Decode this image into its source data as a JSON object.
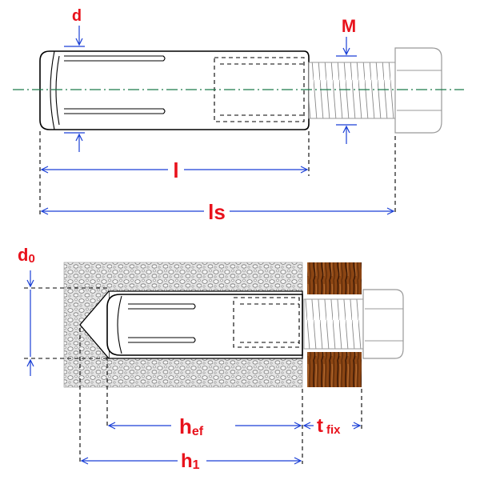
{
  "labels": {
    "d": "d",
    "M": "M",
    "l": "l",
    "ls": "ls",
    "d0_main": "d",
    "d0_sub": "0",
    "hef_main": "h",
    "hef_sub": "ef",
    "tfix_main": "t",
    "tfix_sub": "fix",
    "h1_main": "h",
    "h1_sub": "1"
  },
  "colors": {
    "label": "#e8121c",
    "dimension": "#1a3fd6",
    "centerline": "#1a7a4a",
    "outline": "#000000",
    "concrete": "#d8d8d8",
    "wood": "#7a3b10"
  }
}
